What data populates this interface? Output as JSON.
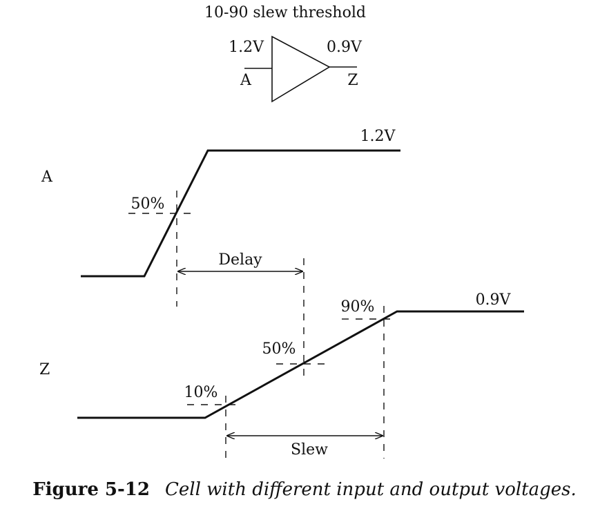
{
  "buffer": {
    "threshold_label": "10-90 slew threshold",
    "input_voltage": "1.2V",
    "output_voltage": "0.9V",
    "input_pin": "A",
    "output_pin": "Z"
  },
  "waveform_a": {
    "name": "A",
    "high_voltage": "1.2V",
    "mid_threshold": "50%"
  },
  "waveform_z": {
    "name": "Z",
    "high_voltage": "0.9V",
    "low_threshold": "10%",
    "mid_threshold": "50%",
    "high_threshold": "90%"
  },
  "measurements": {
    "delay": "Delay",
    "slew": "Slew"
  },
  "caption": {
    "number": "Figure 5-12",
    "title": "Cell with different input and output voltages."
  }
}
